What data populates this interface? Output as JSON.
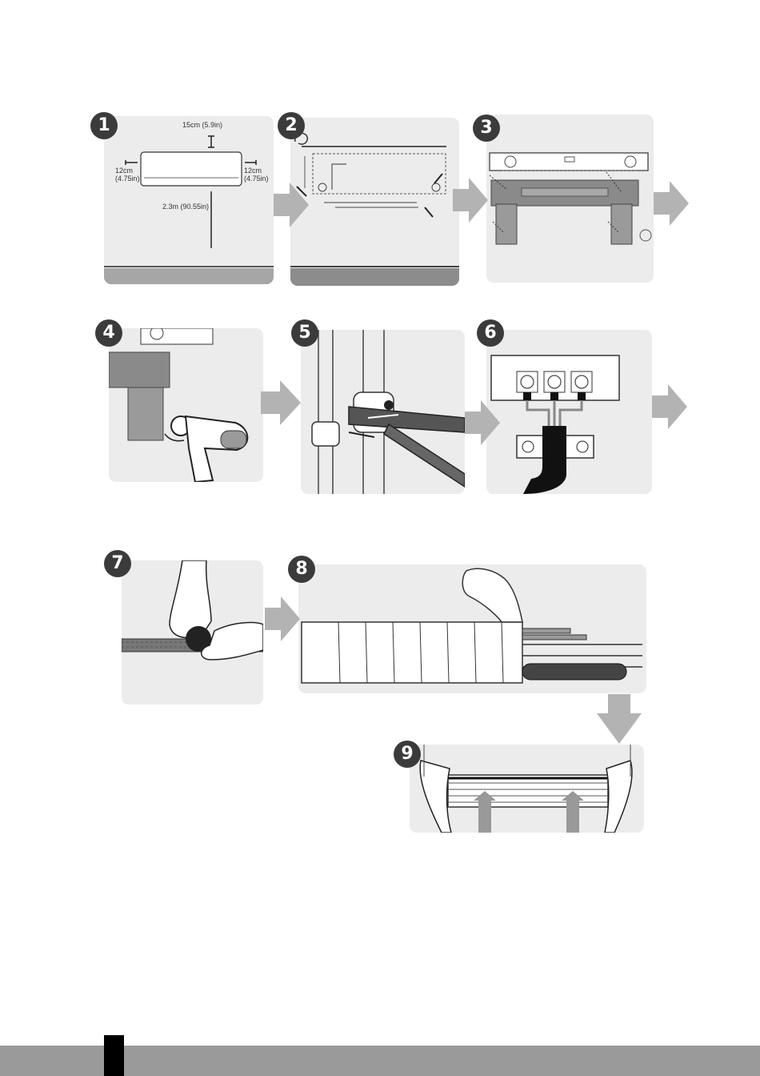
{
  "steps": [
    {
      "number": "1"
    },
    {
      "number": "2"
    },
    {
      "number": "3"
    },
    {
      "number": "4"
    },
    {
      "number": "5"
    },
    {
      "number": "6"
    },
    {
      "number": "7"
    },
    {
      "number": "8"
    },
    {
      "number": "9"
    }
  ],
  "step1": {
    "top_clearance": "15cm (5.9in)",
    "left_clearance": [
      "12cm",
      "(4.75in)"
    ],
    "right_clearance": [
      "12cm",
      "(4.75in)"
    ],
    "floor_clearance": "2.3m (90.55in)"
  },
  "colors": {
    "panel_bg": "#ececec",
    "badge": "#3b3b3b",
    "arrow": "#b3b3b3",
    "footer_bar": "#9a9a9a",
    "footer_block": "#000000"
  }
}
